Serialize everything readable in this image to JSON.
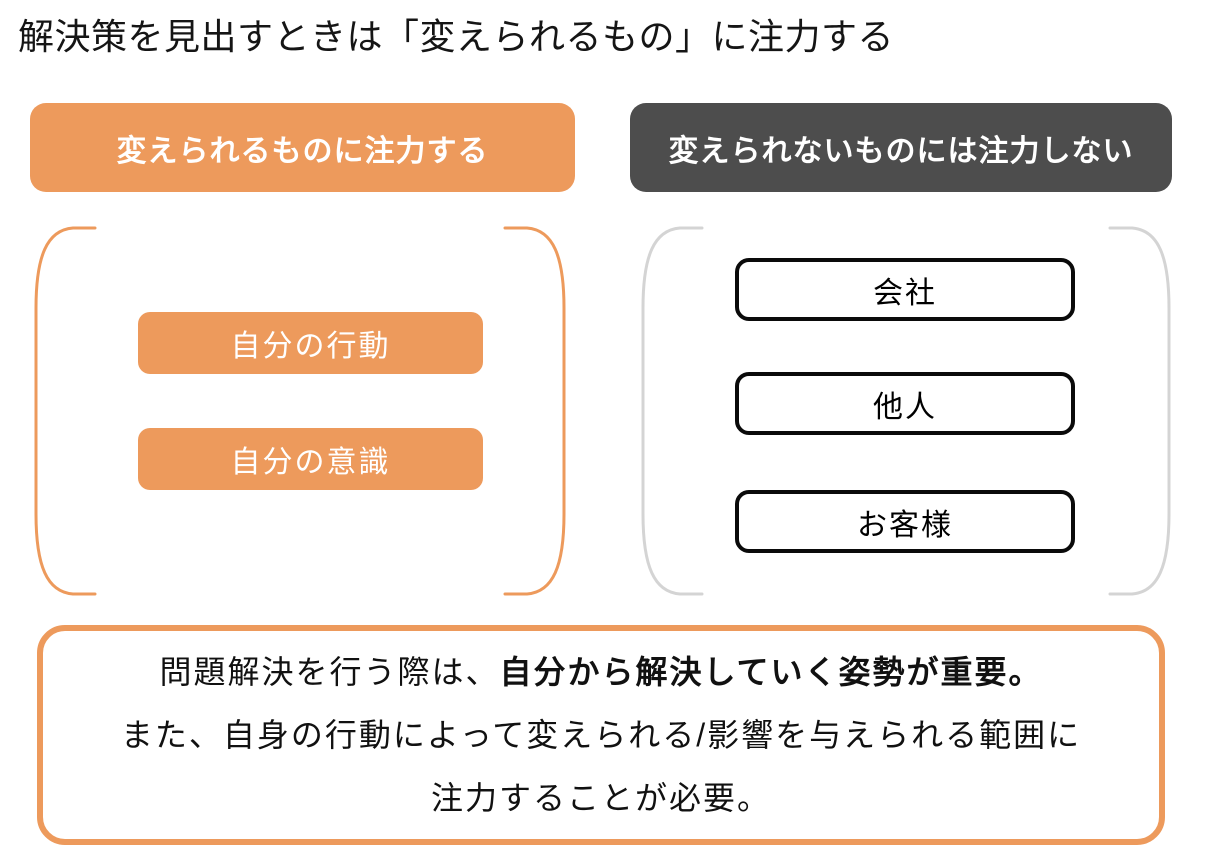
{
  "page": {
    "title": "解決策を見出すときは「変えられるもの」に注力する"
  },
  "left_panel": {
    "header": "変えられるものに注力する",
    "items": [
      {
        "label": "自分の行動"
      },
      {
        "label": "自分の意識"
      }
    ]
  },
  "right_panel": {
    "header": "変えられないものには注力しない",
    "items": [
      {
        "label": "会社"
      },
      {
        "label": "他人"
      },
      {
        "label": "お客様"
      }
    ]
  },
  "summary": {
    "line1_regular": "問題解決を行う際は、",
    "line1_bold": "自分から解決していく姿勢が重要。",
    "line2": "また、自身の行動によって変えられる/影響を与えられる範囲に",
    "line3": "注力することが必要。"
  },
  "icons": {
    "left_open_bracket": "open-bracket-icon",
    "left_close_bracket": "close-bracket-icon",
    "right_open_bracket": "open-bracket-icon",
    "right_close_bracket": "close-bracket-icon"
  },
  "colors": {
    "accent_orange": "#ED9A5C",
    "header_dark_gray": "#4D4D4D",
    "bracket_gray": "#D4D4D4",
    "box_border_black": "#0a0a0a",
    "text_black": "#111111",
    "text_white": "#ffffff"
  }
}
